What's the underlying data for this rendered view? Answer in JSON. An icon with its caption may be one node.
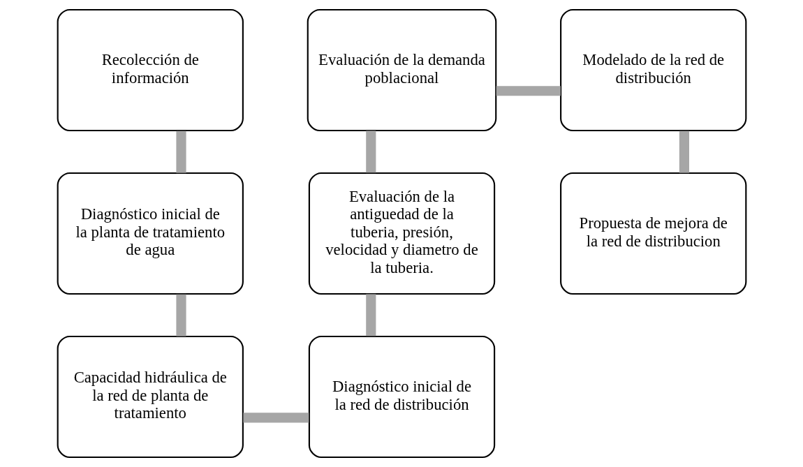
{
  "diagram": {
    "nodes": [
      {
        "text": [
          "Recolección de información"
        ]
      },
      {
        "text": [
          "Diagnóstico inicial de la planta de tratamiento de agua"
        ]
      },
      {
        "text": [
          "Capacidad hidráulica de la red de planta de tratamiento"
        ]
      },
      {
        "text": [
          "Diagnóstico inicial de la red de distribución"
        ]
      },
      {
        "text": [
          "Evaluación de la antiguedad de la tuberia, presión, velocidad y diametro de la tuberia."
        ]
      },
      {
        "text": [
          "Evaluación de la demanda poblacional"
        ]
      },
      {
        "text": [
          "Modelado de la red de distribución"
        ]
      },
      {
        "text": [
          "Propuesta de mejora de la red de distribucion"
        ]
      }
    ],
    "edges": [
      {
        "from": 0,
        "to": 1,
        "arrow": "none"
      },
      {
        "from": 1,
        "to": 2,
        "arrow": "none"
      },
      {
        "from": 2,
        "to": 3,
        "arrow": "none"
      },
      {
        "from": 3,
        "to": 4,
        "arrow": "none"
      },
      {
        "from": 4,
        "to": 5,
        "arrow": "none"
      },
      {
        "from": 5,
        "to": 6,
        "arrow": "none"
      },
      {
        "from": 6,
        "to": 7,
        "arrow": "none"
      }
    ]
  }
}
